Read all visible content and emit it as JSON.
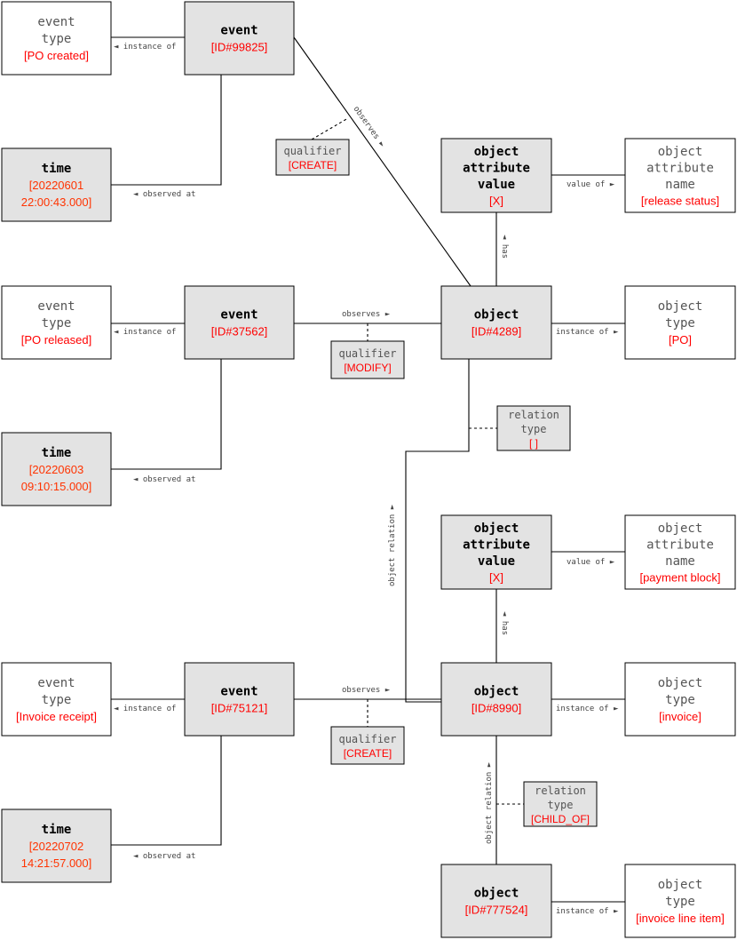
{
  "nodes": {
    "et1": {
      "head": [
        "event",
        "type"
      ],
      "value": [
        "[PO created]"
      ]
    },
    "ev1": {
      "head": [
        "event"
      ],
      "value": [
        "[ID#99825]"
      ]
    },
    "tm1": {
      "head": [
        "time"
      ],
      "value": [
        "[20220601",
        "22:00:43.000]"
      ]
    },
    "q1": {
      "head": [
        "qualifier"
      ],
      "value": [
        "[CREATE]"
      ]
    },
    "oav1": {
      "head": [
        "object",
        "attribute",
        "value"
      ],
      "value": [
        "[X]"
      ]
    },
    "oan1": {
      "head": [
        "object",
        "attribute",
        "name"
      ],
      "value": [
        "[release status]"
      ]
    },
    "et2": {
      "head": [
        "event",
        "type"
      ],
      "value": [
        "[PO released]"
      ]
    },
    "ev2": {
      "head": [
        "event"
      ],
      "value": [
        "[ID#37562]"
      ]
    },
    "q2": {
      "head": [
        "qualifier"
      ],
      "value": [
        "[MODIFY]"
      ]
    },
    "obj1": {
      "head": [
        "object"
      ],
      "value": [
        "[ID#4289]"
      ]
    },
    "ot1": {
      "head": [
        "object",
        "type"
      ],
      "value": [
        "[PO]"
      ]
    },
    "rt1": {
      "head": [
        "relation",
        "type"
      ],
      "value": [
        "[ ]"
      ]
    },
    "tm2": {
      "head": [
        "time"
      ],
      "value": [
        "[20220603",
        "09:10:15.000]"
      ]
    },
    "oav2": {
      "head": [
        "object",
        "attribute",
        "value"
      ],
      "value": [
        "[X]"
      ]
    },
    "oan2": {
      "head": [
        "object",
        "attribute",
        "name"
      ],
      "value": [
        "[payment block]"
      ]
    },
    "et3": {
      "head": [
        "event",
        "type"
      ],
      "value": [
        "[Invoice receipt]"
      ]
    },
    "ev3": {
      "head": [
        "event"
      ],
      "value": [
        "[ID#75121]"
      ]
    },
    "q3": {
      "head": [
        "qualifier"
      ],
      "value": [
        "[CREATE]"
      ]
    },
    "obj2": {
      "head": [
        "object"
      ],
      "value": [
        "[ID#8990]"
      ]
    },
    "ot2": {
      "head": [
        "object",
        "type"
      ],
      "value": [
        "[invoice]"
      ]
    },
    "rt2": {
      "head": [
        "relation",
        "type"
      ],
      "value": [
        "[CHILD_OF]"
      ]
    },
    "tm3": {
      "head": [
        "time"
      ],
      "value": [
        "[20220702",
        "14:21:57.000]"
      ]
    },
    "obj3": {
      "head": [
        "object"
      ],
      "value": [
        "[ID#777524]"
      ]
    },
    "ot3": {
      "head": [
        "object",
        "type"
      ],
      "value": [
        "[invoice line item]"
      ]
    }
  },
  "edge_labels": {
    "instance_of": "instance of",
    "observed_at": "observed at",
    "observes": "observes",
    "value_of": "value of",
    "has": "has",
    "object_relation": "object relation"
  },
  "arrows": {
    "left": "◄",
    "right": "►",
    "up": "▲"
  }
}
